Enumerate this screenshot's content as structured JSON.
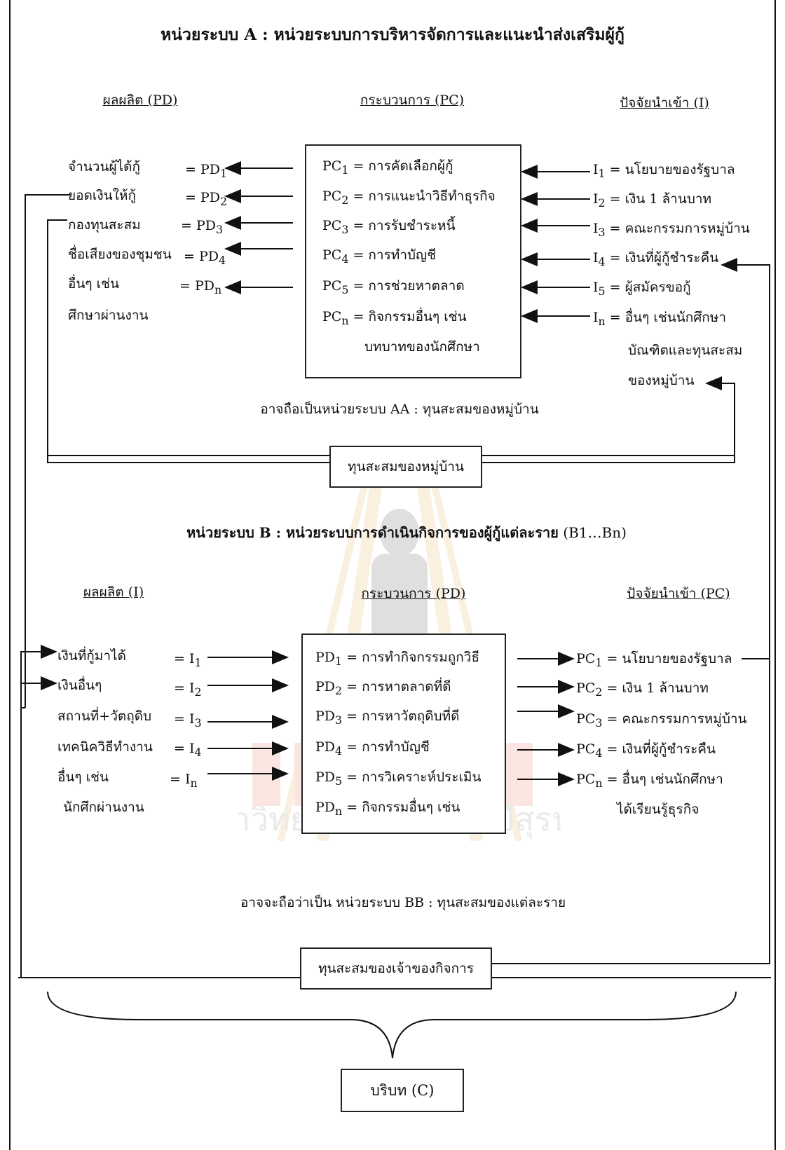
{
  "unit_a": {
    "title": "หน่วยระบบ A : หน่วยระบบการบริหารจัดการและแนะนำส่งเสริมผู้กู้",
    "col_output": "ผลผลิต (PD)",
    "col_process": "กระบวนการ (PC)",
    "col_input": "ปัจจัยนำเข้า (I)",
    "outputs": [
      {
        "label": "จำนวนผู้ได้กู้",
        "code": "= PD",
        "sub": "1"
      },
      {
        "label": "ยอดเงินให้กู้",
        "code": "= PD",
        "sub": "2"
      },
      {
        "label": "กองทุนสะสม",
        "code": "= PD",
        "sub": "3"
      },
      {
        "label": "ชื่อเสียงของชุมชน",
        "code": "= PD",
        "sub": "4"
      },
      {
        "label": "อื่นๆ เช่น",
        "code": "= PD",
        "sub": "n"
      },
      {
        "label": "ศึกษาผ่านงาน",
        "code": "",
        "sub": ""
      }
    ],
    "processes": [
      {
        "code": "PC",
        "sub": "1",
        "label": "= การคัดเลือกผู้กู้"
      },
      {
        "code": "PC",
        "sub": "2",
        "label": "= การแนะนำวิธีทำธุรกิจ"
      },
      {
        "code": "PC",
        "sub": "3",
        "label": "= การรับชำระหนี้"
      },
      {
        "code": "PC",
        "sub": "4",
        "label": "= การทำบัญชี"
      },
      {
        "code": "PC",
        "sub": "5",
        "label": "= การช่วยหาตลาด"
      },
      {
        "code": "PC",
        "sub": "n",
        "label": "= กิจกรรมอื่นๆ เช่น"
      },
      {
        "code": "",
        "sub": "",
        "label": "บทบาทของนักศึกษา"
      }
    ],
    "inputs": [
      {
        "code": "I",
        "sub": "1",
        "label": "= นโยบายของรัฐบาล"
      },
      {
        "code": "I",
        "sub": "2",
        "label": "= เงิน 1 ล้านบาท"
      },
      {
        "code": "I",
        "sub": "3",
        "label": "= คณะกรรมการหมู่บ้าน"
      },
      {
        "code": "I",
        "sub": "4",
        "label": "= เงินที่ผู้กู้ชำระคืน"
      },
      {
        "code": "I",
        "sub": "5",
        "label": "= ผู้สมัครขอกู้"
      },
      {
        "code": "I",
        "sub": "n",
        "label": "= อื่นๆ เช่นนักศึกษา"
      },
      {
        "code": "",
        "sub": "",
        "label": "บัณฑิตและทุนสะสม"
      },
      {
        "code": "",
        "sub": "",
        "label": "ของหมู่บ้าน"
      }
    ],
    "note": "อาจถือเป็นหน่วยระบบ AA : ทุนสะสมของหมู่บ้าน",
    "capital_box": "ทุนสะสมของหมู่บ้าน"
  },
  "unit_b": {
    "title": "หน่วยระบบ B : หน่วยระบบการดำเนินกิจการของผู้กู้แต่ละราย",
    "title_suffix": "(B1…Bn)",
    "col_output": "ผลผลิต (I)",
    "col_process": "กระบวนการ (PD)",
    "col_input": "ปัจจัยนำเข้า (PC)",
    "outputs": [
      {
        "label": "เงินที่กู้มาได้",
        "code": "= I",
        "sub": "1"
      },
      {
        "label": "เงินอื่นๆ",
        "code": "= I",
        "sub": "2"
      },
      {
        "label": "สถานที่+วัตถุดิบ",
        "code": "= I",
        "sub": "3"
      },
      {
        "label": "เทคนิควิธีทำงาน",
        "code": "= I",
        "sub": "4"
      },
      {
        "label": "อื่นๆ เช่น",
        "code": "= I",
        "sub": "n"
      },
      {
        "label": "นักศึกผ่านงาน",
        "code": "",
        "sub": ""
      }
    ],
    "processes": [
      {
        "code": "PD",
        "sub": "1",
        "label": "= การทำกิจกรรมถูกวิธี"
      },
      {
        "code": "PD",
        "sub": "2",
        "label": "= การหาตลาดที่ดี"
      },
      {
        "code": "PD",
        "sub": "3",
        "label": "= การหาวัตถุดิบที่ดี"
      },
      {
        "code": "PD",
        "sub": "4",
        "label": "= การทำบัญชี"
      },
      {
        "code": "PD",
        "sub": "5",
        "label": "= การวิเคราะห์ประเมิน"
      },
      {
        "code": "PD",
        "sub": "n",
        "label": "= กิจกรรมอื่นๆ เช่น"
      }
    ],
    "inputs": [
      {
        "code": "PC",
        "sub": "1",
        "label": "= นโยบายของรัฐบาล"
      },
      {
        "code": "PC",
        "sub": "2",
        "label": "= เงิน 1 ล้านบาท"
      },
      {
        "code": "PC",
        "sub": "3",
        "label": "= คณะกรรมการหมู่บ้าน"
      },
      {
        "code": "PC",
        "sub": "4",
        "label": "= เงินที่ผู้กู้ชำระคืน"
      },
      {
        "code": "PC",
        "sub": "n",
        "label": "= อื่นๆ เช่นนักศึกษา"
      },
      {
        "code": "",
        "sub": "",
        "label": "ได้เรียนรู้ธุรกิจ"
      }
    ],
    "note": "อาจจะถือว่าเป็น หน่วยระบบ BB : ทุนสะสมของแต่ละราย",
    "capital_box": "ทุนสะสมของเจ้าของกิจการ"
  },
  "context_box": "บริบท (C)",
  "watermark_text": "มหาวิทยาลัยเทคโนโลยีสุรนารี",
  "colors": {
    "line": "#111111",
    "watermark_red": "#e05a3a",
    "watermark_gold": "#d9a23a"
  }
}
